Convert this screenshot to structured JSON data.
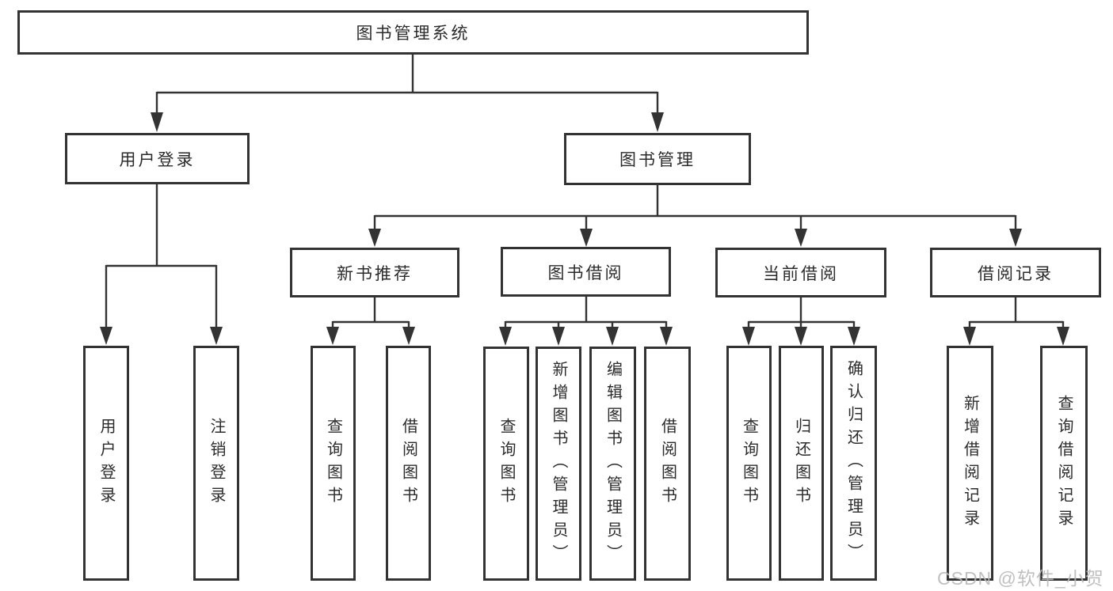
{
  "diagram_title": "图书管理系统",
  "watermark": "CSDN @软件_小贺同学",
  "colors": {
    "line": "#333333",
    "box_border": "#333333",
    "box_fill": "#ffffff",
    "text": "#2b2b2b",
    "watermark": "#b9b9b9"
  },
  "tree": {
    "label": "图书管理系统",
    "children": [
      {
        "label": "用户登录",
        "children": [
          {
            "label": "用户登录"
          },
          {
            "label": "注销登录"
          }
        ]
      },
      {
        "label": "图书管理",
        "children": [
          {
            "label": "新书推荐",
            "children": [
              {
                "label": "查询图书"
              },
              {
                "label": "借阅图书"
              }
            ]
          },
          {
            "label": "图书借阅",
            "children": [
              {
                "label": "查询图书"
              },
              {
                "label": "新增图书（管理员）"
              },
              {
                "label": "编辑图书（管理员）"
              },
              {
                "label": "借阅图书"
              }
            ]
          },
          {
            "label": "当前借阅",
            "children": [
              {
                "label": "查询图书"
              },
              {
                "label": "归还图书"
              },
              {
                "label": "确认归还（管理员）"
              }
            ]
          },
          {
            "label": "借阅记录",
            "children": [
              {
                "label": "新增借阅记录"
              },
              {
                "label": "查询借阅记录"
              }
            ]
          }
        ]
      }
    ]
  }
}
